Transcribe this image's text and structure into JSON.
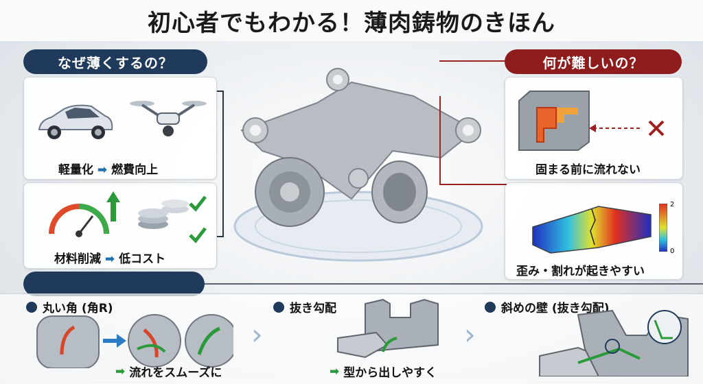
{
  "title": "初心者でもわかる！薄肉鋳物のきほん",
  "left": {
    "heading": "なぜ薄くするの？",
    "item1": "軽量化",
    "item1b": "燃費向上",
    "item2": "材料削減",
    "item2b": "低コスト"
  },
  "right": {
    "heading": "何が難しいの？",
    "item1": "固まる前に流れない",
    "item2": "歪み・割れが起きやすい",
    "colorbar_max": "2",
    "colorbar_min": "0"
  },
  "bottom": {
    "heading": "",
    "tip1": "丸い角 (角R)",
    "tip1_caption": "流れをスムーズに",
    "tip2": "抜き勾配",
    "tip2_caption": "型から出しやすく",
    "tip3": "斜めの壁 (抜き勾配)"
  },
  "colors": {
    "navy": "#1f3a5a",
    "red": "#8e1c1c",
    "green": "#2a9a3a"
  }
}
